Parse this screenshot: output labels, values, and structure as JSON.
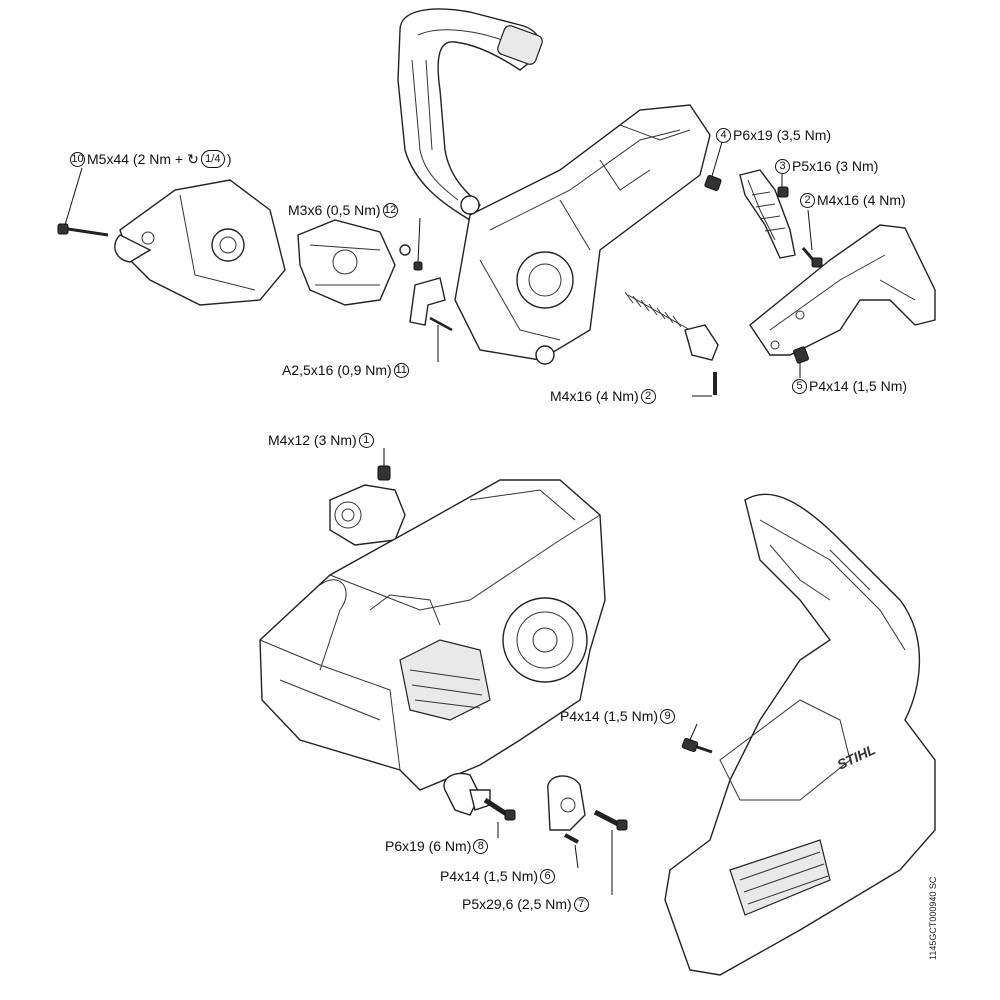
{
  "callouts": [
    {
      "id": "c10",
      "num": "10",
      "text": "M5x44 (2 Nm +",
      "suffix": "1/4",
      "suffix_close": ")"
    },
    {
      "id": "c12",
      "num": "12",
      "text": "M3x6 (0,5 Nm)"
    },
    {
      "id": "c11",
      "num": "11",
      "text": "A2,5x16 (0,9 Nm)"
    },
    {
      "id": "c4",
      "num": "4",
      "text": "P6x19 (3,5 Nm)"
    },
    {
      "id": "c3",
      "num": "3",
      "text": "P5x16 (3 Nm)"
    },
    {
      "id": "c2a",
      "num": "2",
      "text": "M4x16 (4 Nm)"
    },
    {
      "id": "c2b",
      "num": "2",
      "text": "M4x16 (4 Nm)"
    },
    {
      "id": "c5",
      "num": "5",
      "text": "P4x14 (1,5 Nm)"
    },
    {
      "id": "c1",
      "num": "1",
      "text": "M4x12 (3 Nm)"
    },
    {
      "id": "c9",
      "num": "9",
      "text": "P4x14 (1,5 Nm)"
    },
    {
      "id": "c8",
      "num": "8",
      "text": "P6x19 (6 Nm)"
    },
    {
      "id": "c6",
      "num": "6",
      "text": "P4x14 (1,5 Nm)"
    },
    {
      "id": "c7",
      "num": "7",
      "text": "P5x29,6 (2,5 Nm)"
    }
  ],
  "drawing_code": "1145GCT000940 SC",
  "icons": {
    "rotation_arrow": "clockwise-arrow-icon"
  }
}
